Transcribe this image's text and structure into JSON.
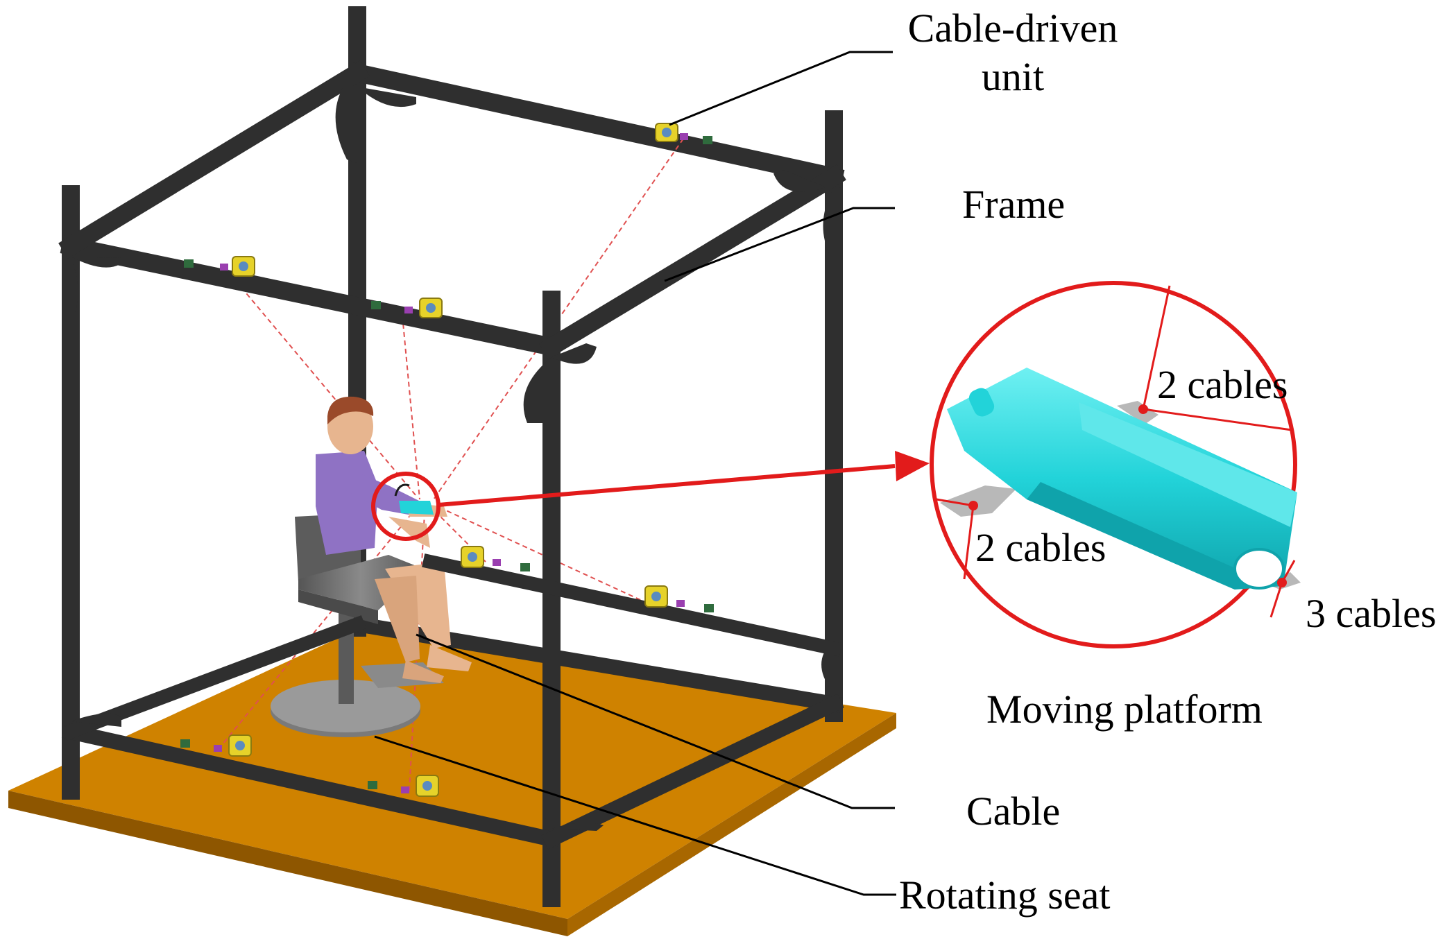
{
  "labels": {
    "cable_driven_unit_line1": "Cable-driven",
    "cable_driven_unit_line2": "unit",
    "frame": "Frame",
    "cable": "Cable",
    "rotating_seat": "Rotating seat",
    "moving_platform": "Moving platform",
    "two_cables_top": "2 cables",
    "two_cables_left": "2 cables",
    "three_cables": "3 cables"
  },
  "colors": {
    "frame": "#2f2f2f",
    "cable": "#e05050",
    "callout": "#e21b1b",
    "floor_top": "#cf8200",
    "floor_side": "#9a5f00",
    "platform": "#22d3d9",
    "platform_dark": "#119aa2",
    "plate": "#b8b8b8",
    "motor": "#e6d22a",
    "seat": "#6a6a6a",
    "shirt": "#8f72c4",
    "skin": "#e7b58f",
    "hair": "#9a4a2a"
  }
}
